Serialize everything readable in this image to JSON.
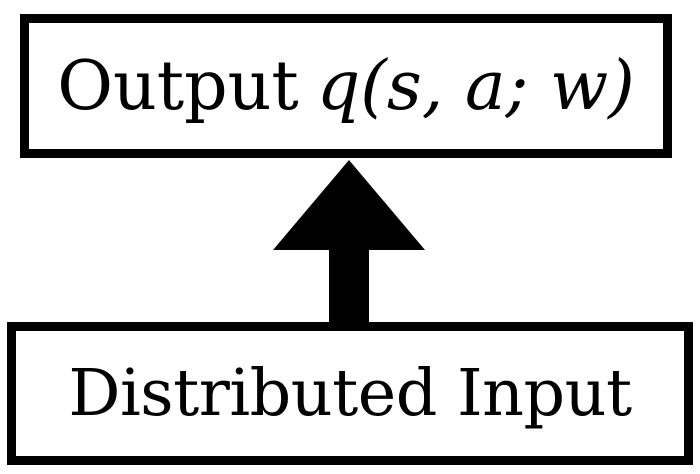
{
  "diagram": {
    "output": {
      "text": "Output",
      "math": "q(s, a; w)"
    },
    "input": {
      "text": "Distributed Input"
    },
    "arrow": {
      "direction": "up",
      "color": "#000000"
    }
  }
}
